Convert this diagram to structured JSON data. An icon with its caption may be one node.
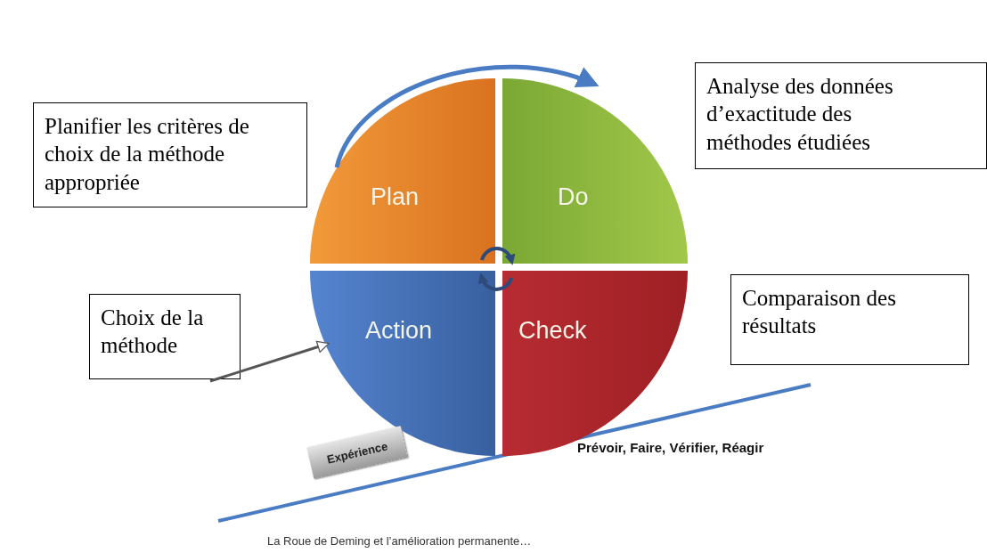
{
  "diagram": {
    "caption": "La Roue de Deming et l’amélioration permanente…",
    "nodes": [
      {
        "text": [
          "Planifier les critères de choix de la méthode appropriée"
        ]
      },
      {
        "text": [
          "Analyse des données d’exactitude des méthodes étudiées"
        ]
      },
      {
        "text": [
          "Plan"
        ]
      },
      {
        "text": [
          "Do"
        ]
      },
      {
        "text": [
          "Comparaison des résultats"
        ]
      },
      {
        "text": [
          "Choix de la méthode"
        ]
      },
      {
        "text": [
          "Action"
        ]
      },
      {
        "text": [
          "Check"
        ]
      },
      {
        "text": [
          "Expérience"
        ]
      }
    ],
    "edges": [
      {
        "from": 2,
        "to": 3,
        "arrow": "to"
      },
      {
        "from": 2,
        "to": 3,
        "arrow": "to"
      },
      {
        "from": 7,
        "to": 6,
        "arrow": "to"
      },
      {
        "from": 5,
        "to": 6,
        "arrow": "to"
      }
    ],
    "labels": [
      "Prévoir, Faire, Vérifier, Réagir"
    ]
  }
}
